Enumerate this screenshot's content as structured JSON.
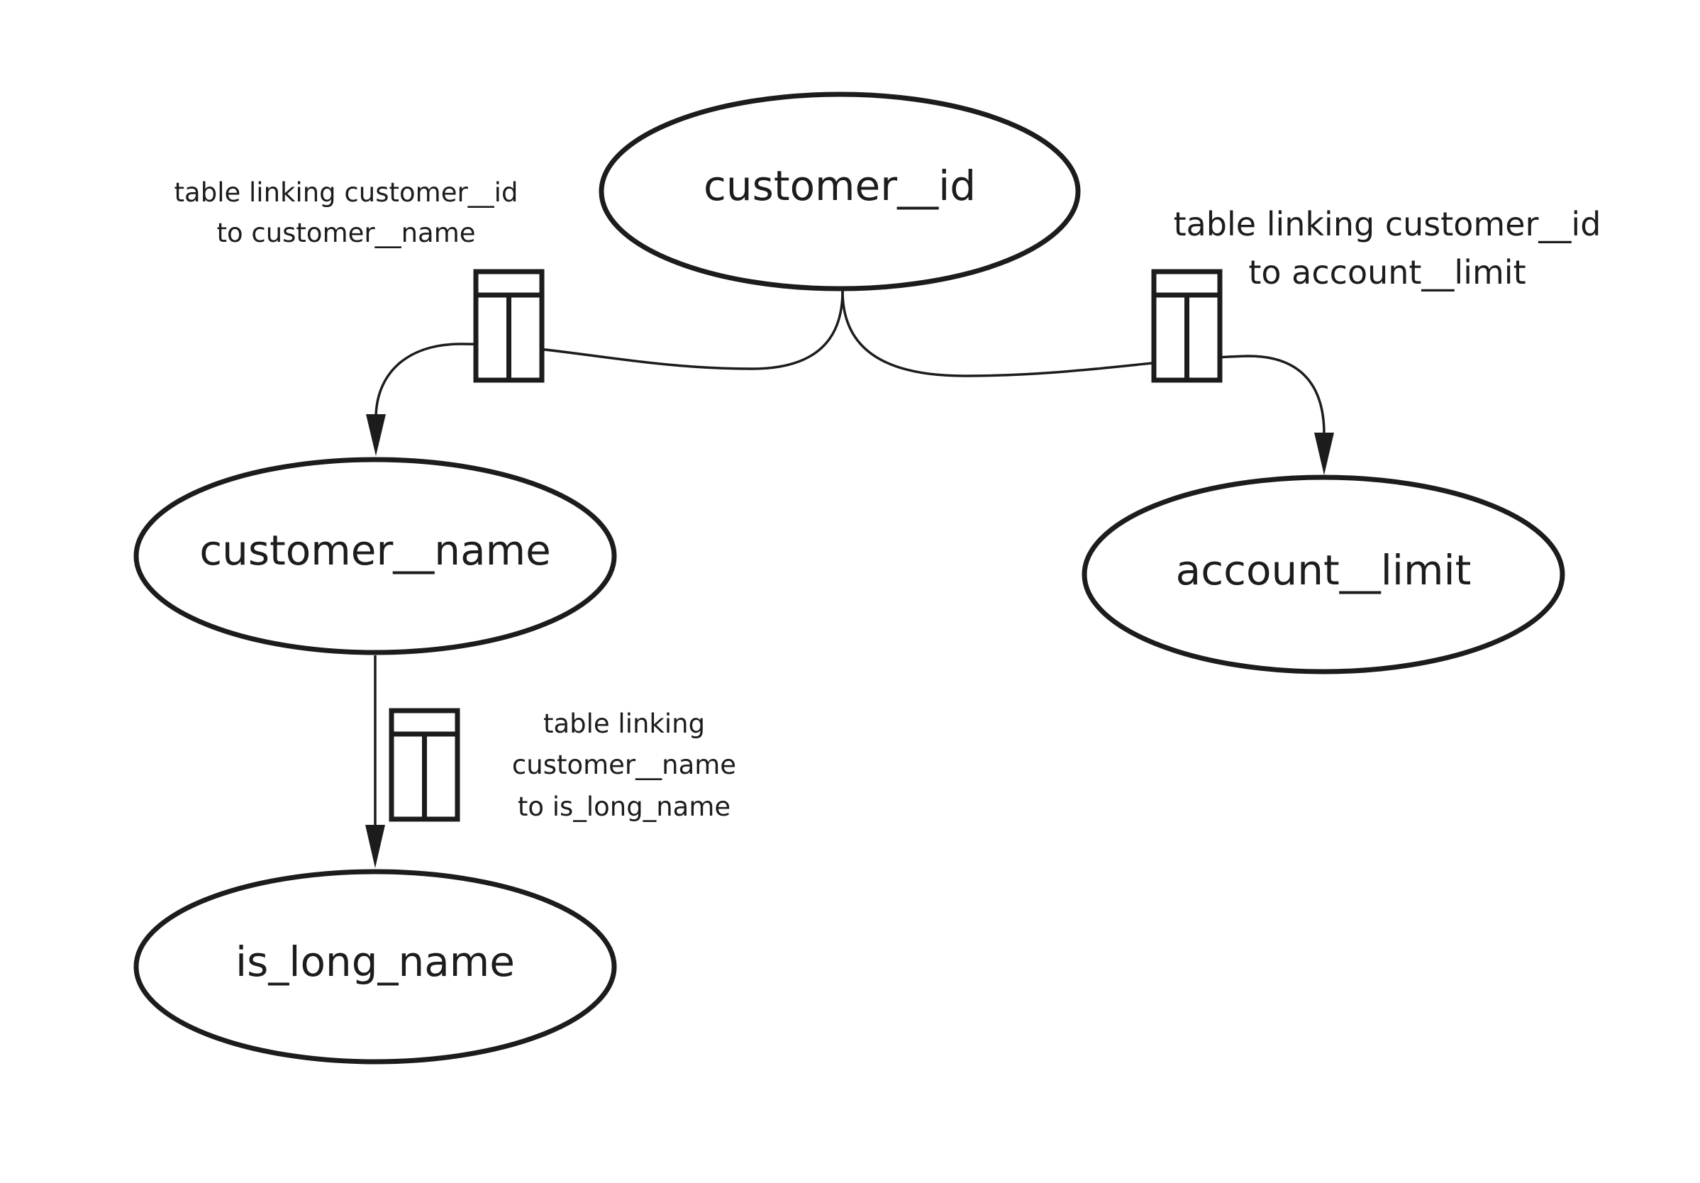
{
  "nodes": {
    "customer_id": {
      "label": "customer__id"
    },
    "customer_name": {
      "label": "customer__name"
    },
    "account_limit": {
      "label": "account__limit"
    },
    "is_long_name": {
      "label": "is_long_name"
    }
  },
  "edges": [
    {
      "from": "customer__id",
      "to": "customer__name",
      "via": "table"
    },
    {
      "from": "customer__id",
      "to": "account__limit",
      "via": "table"
    },
    {
      "from": "customer__name",
      "to": "is_long_name",
      "via": "table"
    }
  ],
  "annotations": {
    "id_to_name": {
      "line1": "table linking customer__id",
      "line2": "to customer__name"
    },
    "id_to_limit": {
      "line1": "table linking customer__id",
      "line2": "to account__limit"
    },
    "name_to_long": {
      "line1": "table linking",
      "line2": "customer__name",
      "line3": "to is_long_name"
    }
  },
  "icons": {
    "link_table": "table-icon"
  },
  "colors": {
    "stroke": "#1c1c1c",
    "background": "#ffffff"
  }
}
